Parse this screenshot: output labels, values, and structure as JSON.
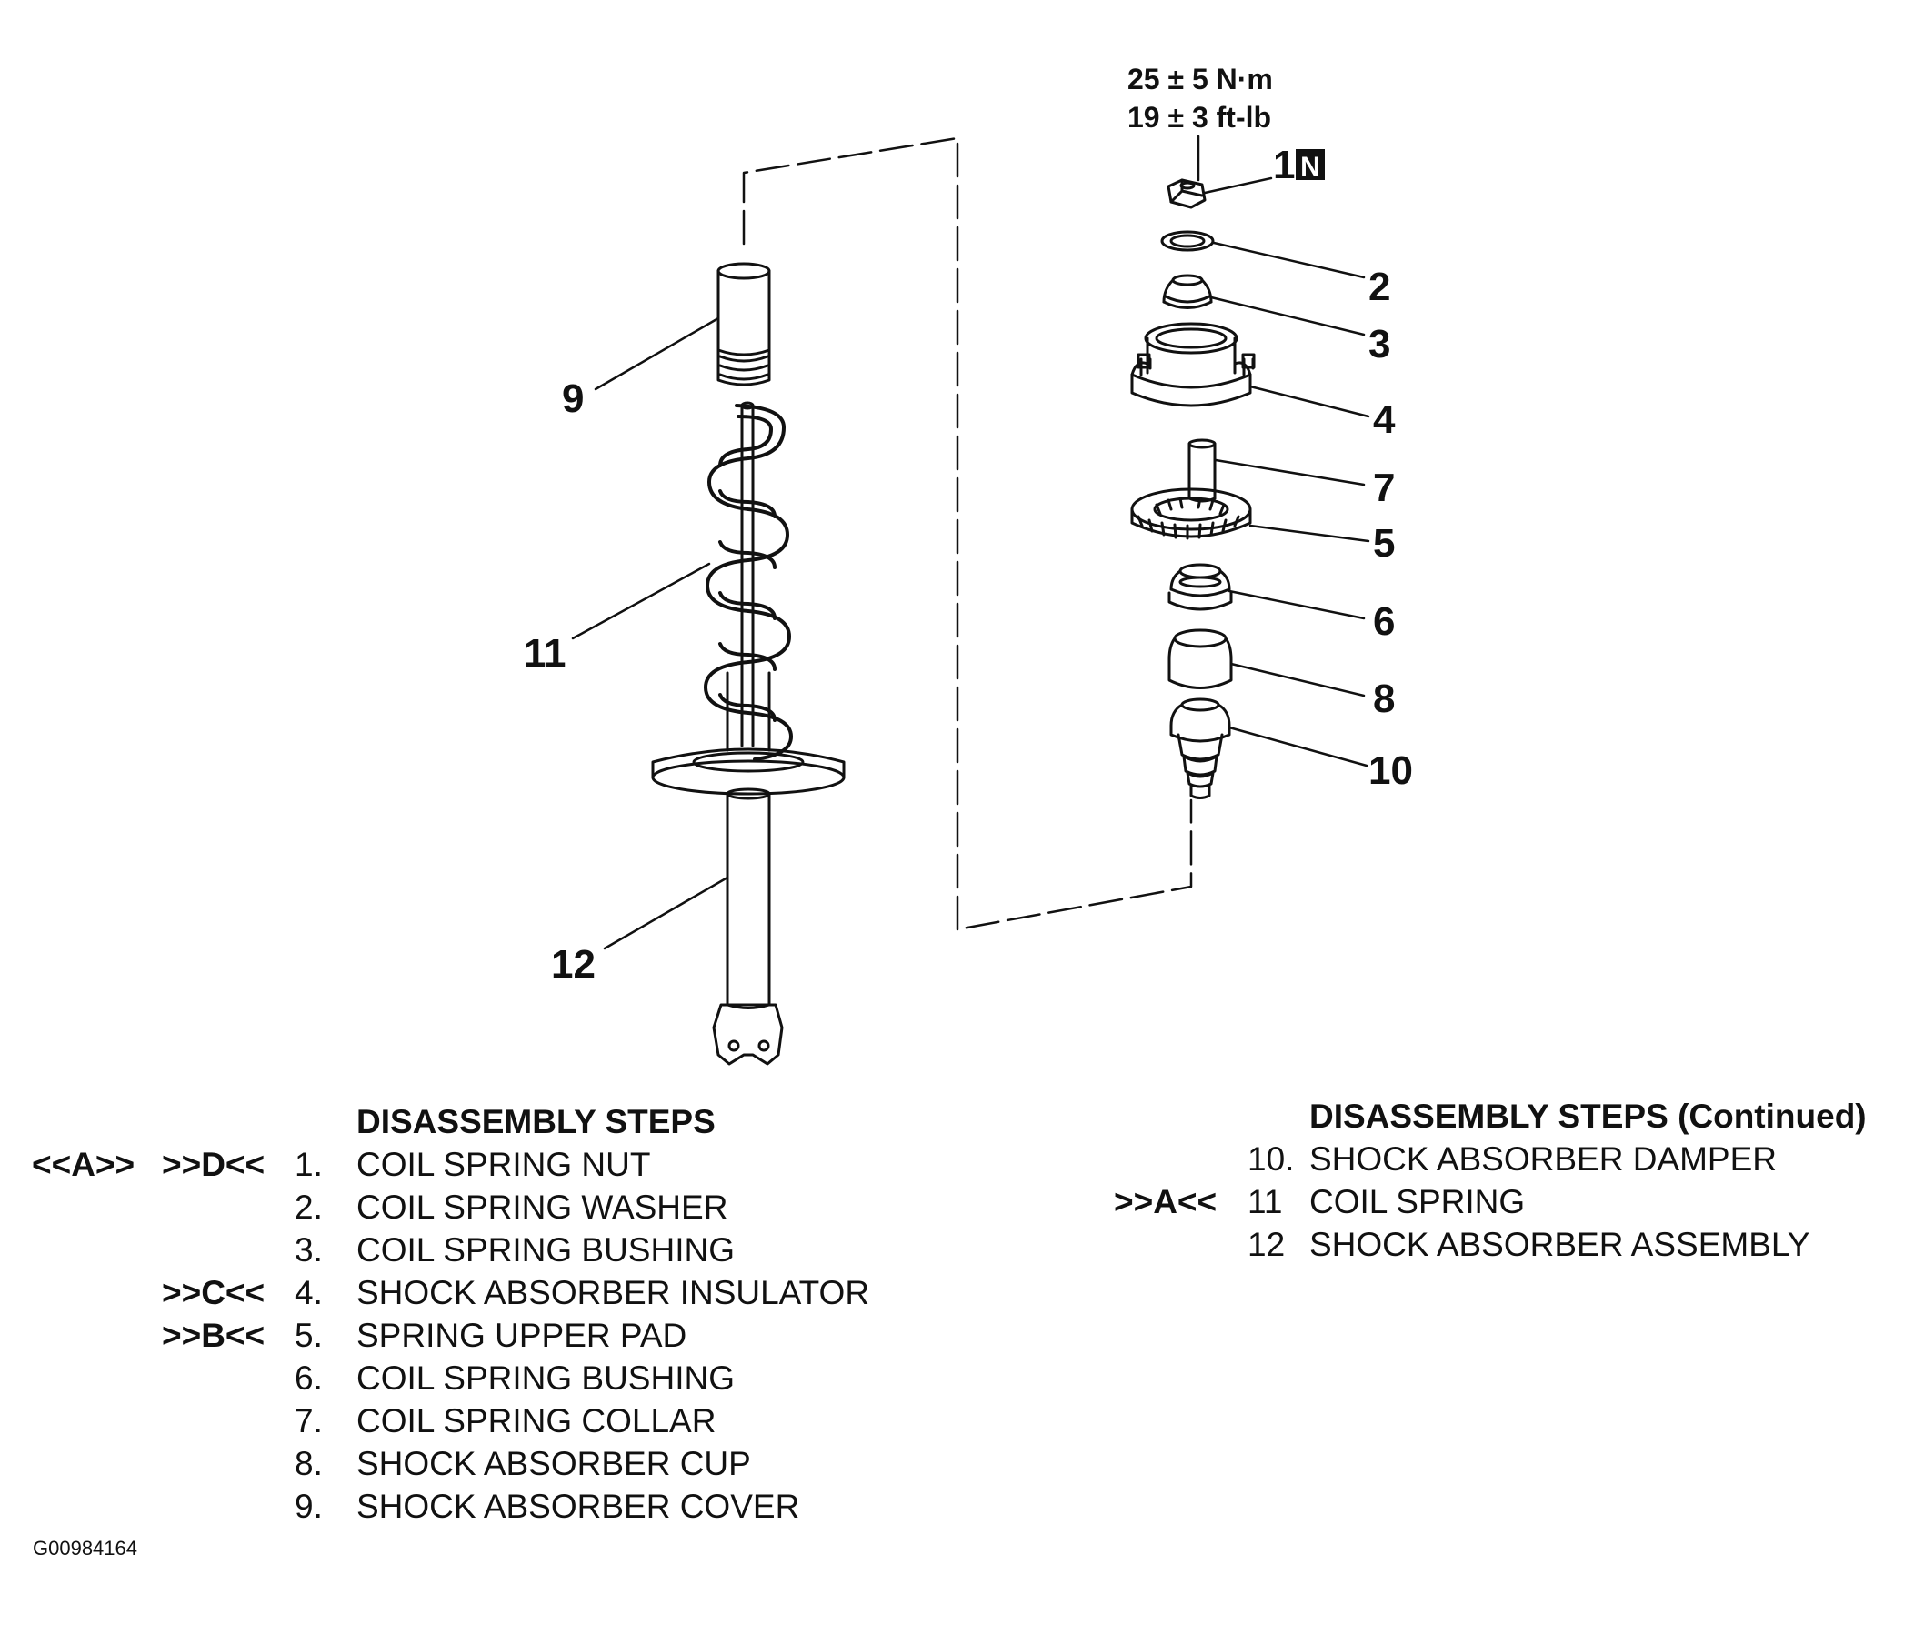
{
  "torque": {
    "metric": "25 ± 5 N·m",
    "imperial": "19 ± 3 ft-lb"
  },
  "callouts": {
    "c1": "1",
    "c1_badge": "N",
    "c2": "2",
    "c3": "3",
    "c4": "4",
    "c5": "5",
    "c6": "6",
    "c7": "7",
    "c8": "8",
    "c9": "9",
    "c10": "10",
    "c11": "11",
    "c12": "12"
  },
  "steps_left": {
    "title": "DISASSEMBLY STEPS",
    "rows": [
      {
        "ref1": "<<A>>",
        "ref2": ">>D<<",
        "num": "1.",
        "name": "COIL SPRING NUT"
      },
      {
        "ref1": "",
        "ref2": "",
        "num": "2.",
        "name": "COIL SPRING WASHER"
      },
      {
        "ref1": "",
        "ref2": "",
        "num": "3.",
        "name": "COIL SPRING BUSHING"
      },
      {
        "ref1": "",
        "ref2": ">>C<<",
        "num": "4.",
        "name": "SHOCK ABSORBER INSULATOR"
      },
      {
        "ref1": "",
        "ref2": ">>B<<",
        "num": "5.",
        "name": "SPRING UPPER PAD"
      },
      {
        "ref1": "",
        "ref2": "",
        "num": "6.",
        "name": "COIL SPRING BUSHING"
      },
      {
        "ref1": "",
        "ref2": "",
        "num": "7.",
        "name": "COIL SPRING COLLAR"
      },
      {
        "ref1": "",
        "ref2": "",
        "num": "8.",
        "name": "SHOCK ABSORBER CUP"
      },
      {
        "ref1": "",
        "ref2": "",
        "num": "9.",
        "name": "SHOCK ABSORBER COVER"
      }
    ]
  },
  "steps_right": {
    "title": "DISASSEMBLY STEPS (Continued)",
    "rows": [
      {
        "ref": "",
        "num": "10.",
        "name": "SHOCK ABSORBER DAMPER"
      },
      {
        "ref": ">>A<<",
        "num": "11",
        "name": "COIL SPRING"
      },
      {
        "ref": "",
        "num": "12",
        "name": "SHOCK ABSORBER ASSEMBLY"
      }
    ]
  },
  "figure_id": "G00984164"
}
